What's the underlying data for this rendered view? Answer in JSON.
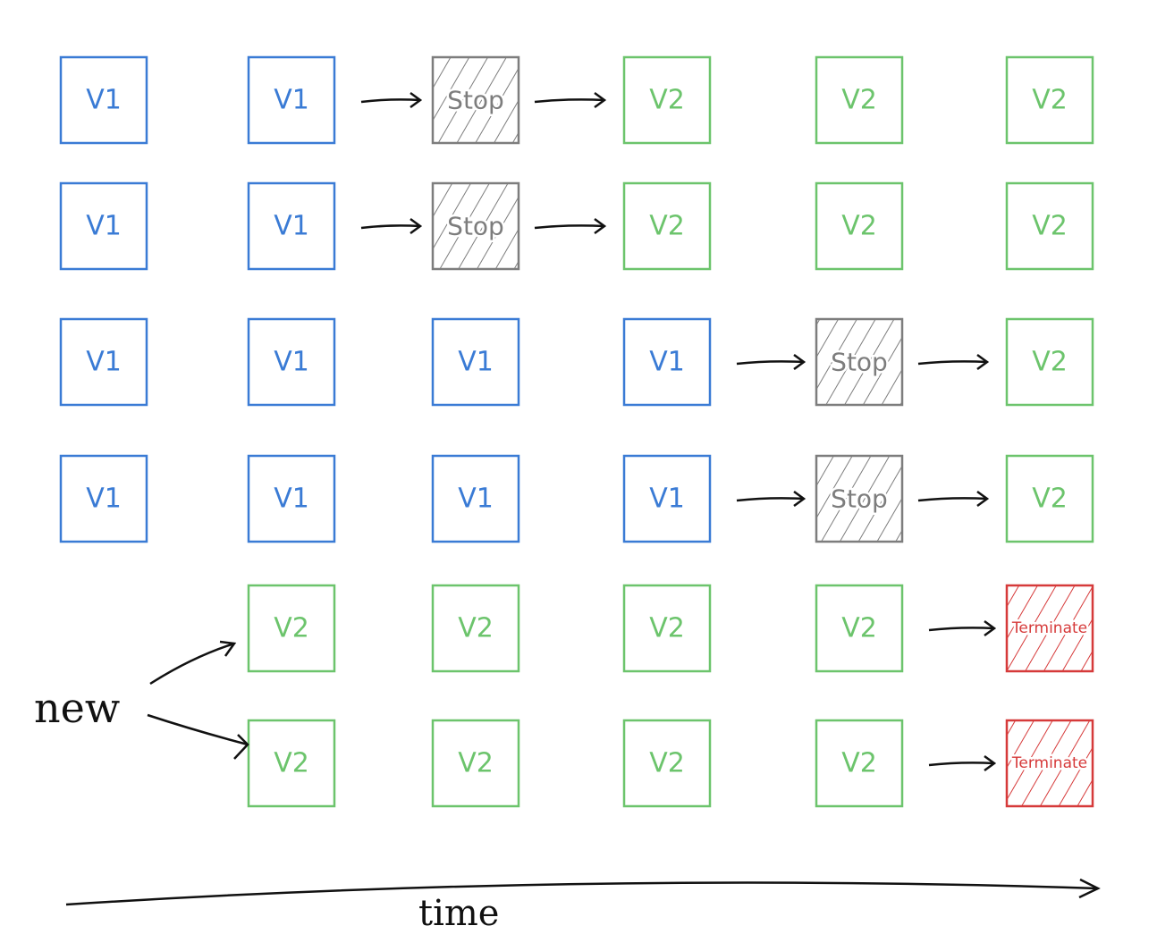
{
  "colors": {
    "v1": "#3a7bd5",
    "v2": "#6cc46c",
    "stop": "#7d7d7d",
    "terminate": "#d63a3a",
    "arrow": "#111111"
  },
  "rows": [
    [
      "V1",
      "V1",
      "Stop",
      "V2",
      "V2",
      "V2"
    ],
    [
      "V1",
      "V1",
      "Stop",
      "V2",
      "V2",
      "V2"
    ],
    [
      "V1",
      "V1",
      "V1",
      "V1",
      "Stop",
      "V2"
    ],
    [
      "V1",
      "V1",
      "V1",
      "V1",
      "Stop",
      "V2"
    ],
    [
      "",
      "V2",
      "V2",
      "V2",
      "V2",
      "Terminate"
    ],
    [
      "",
      "V2",
      "V2",
      "V2",
      "V2",
      "Terminate"
    ]
  ],
  "labels": {
    "new": "new",
    "time": "time"
  }
}
